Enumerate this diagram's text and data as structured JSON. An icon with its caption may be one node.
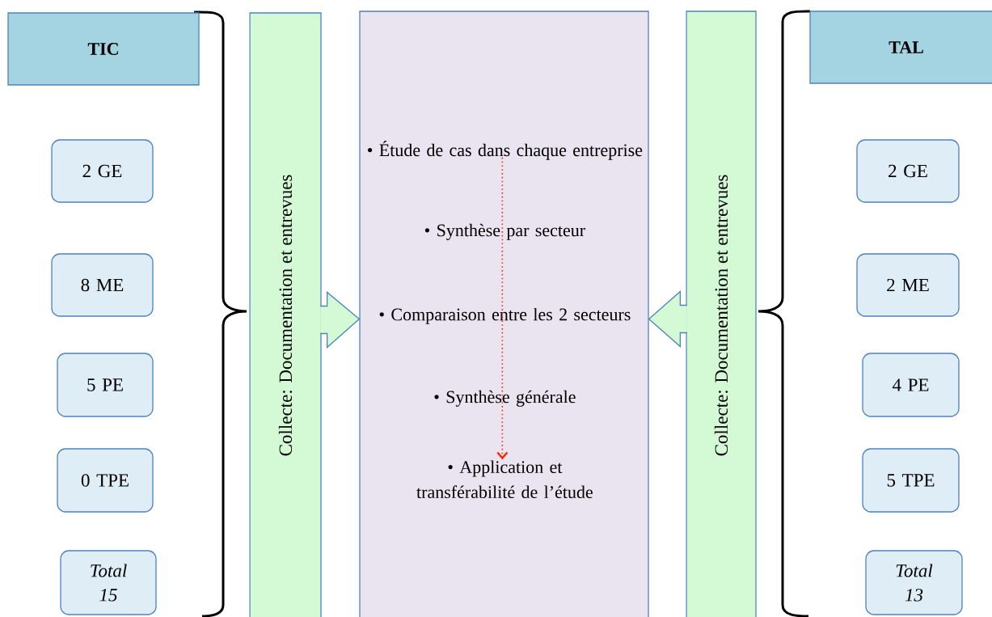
{
  "diagram": {
    "nodes": [
      {
        "text": [
          "TIC"
        ]
      },
      {
        "text": [
          "2 GE"
        ]
      },
      {
        "text": [
          "8 ME"
        ]
      },
      {
        "text": [
          "5 PE"
        ]
      },
      {
        "text": [
          "0 TPE"
        ]
      },
      {
        "text": [
          "Total 15"
        ]
      },
      {
        "text": [
          "Collecte: Documentation et entrevues"
        ]
      },
      {
        "text": [],
        "shape": "box"
      },
      {
        "text": [
          "• Étude de cas dans chaque entreprise"
        ],
        "in": 7
      },
      {
        "text": [
          "• Synthèse par secteur"
        ],
        "in": 7
      },
      {
        "text": [
          "• Comparaison entre les 2 secteurs"
        ],
        "in": 7
      },
      {
        "text": [
          "• Synthèse générale"
        ],
        "in": 7
      },
      {
        "text": [
          "• Application et transférabilité de l’étude"
        ],
        "in": 7
      },
      {
        "text": [
          "Collecte: Documentation et entrevues"
        ]
      },
      {
        "text": [
          "TAL"
        ]
      },
      {
        "text": [
          "2 GE"
        ]
      },
      {
        "text": [
          "2 ME"
        ]
      },
      {
        "text": [
          "4 PE"
        ]
      },
      {
        "text": [
          "5 TPE"
        ]
      },
      {
        "text": [
          "Total 13"
        ]
      }
    ],
    "edges": [
      {
        "from": 6,
        "to": 7,
        "arrow": "to"
      },
      {
        "from": 13,
        "to": 7,
        "arrow": "to"
      },
      {
        "from": 8,
        "to": 12,
        "arrow": "to",
        "style": "dashed",
        "color": "#ff2a00"
      }
    ]
  }
}
